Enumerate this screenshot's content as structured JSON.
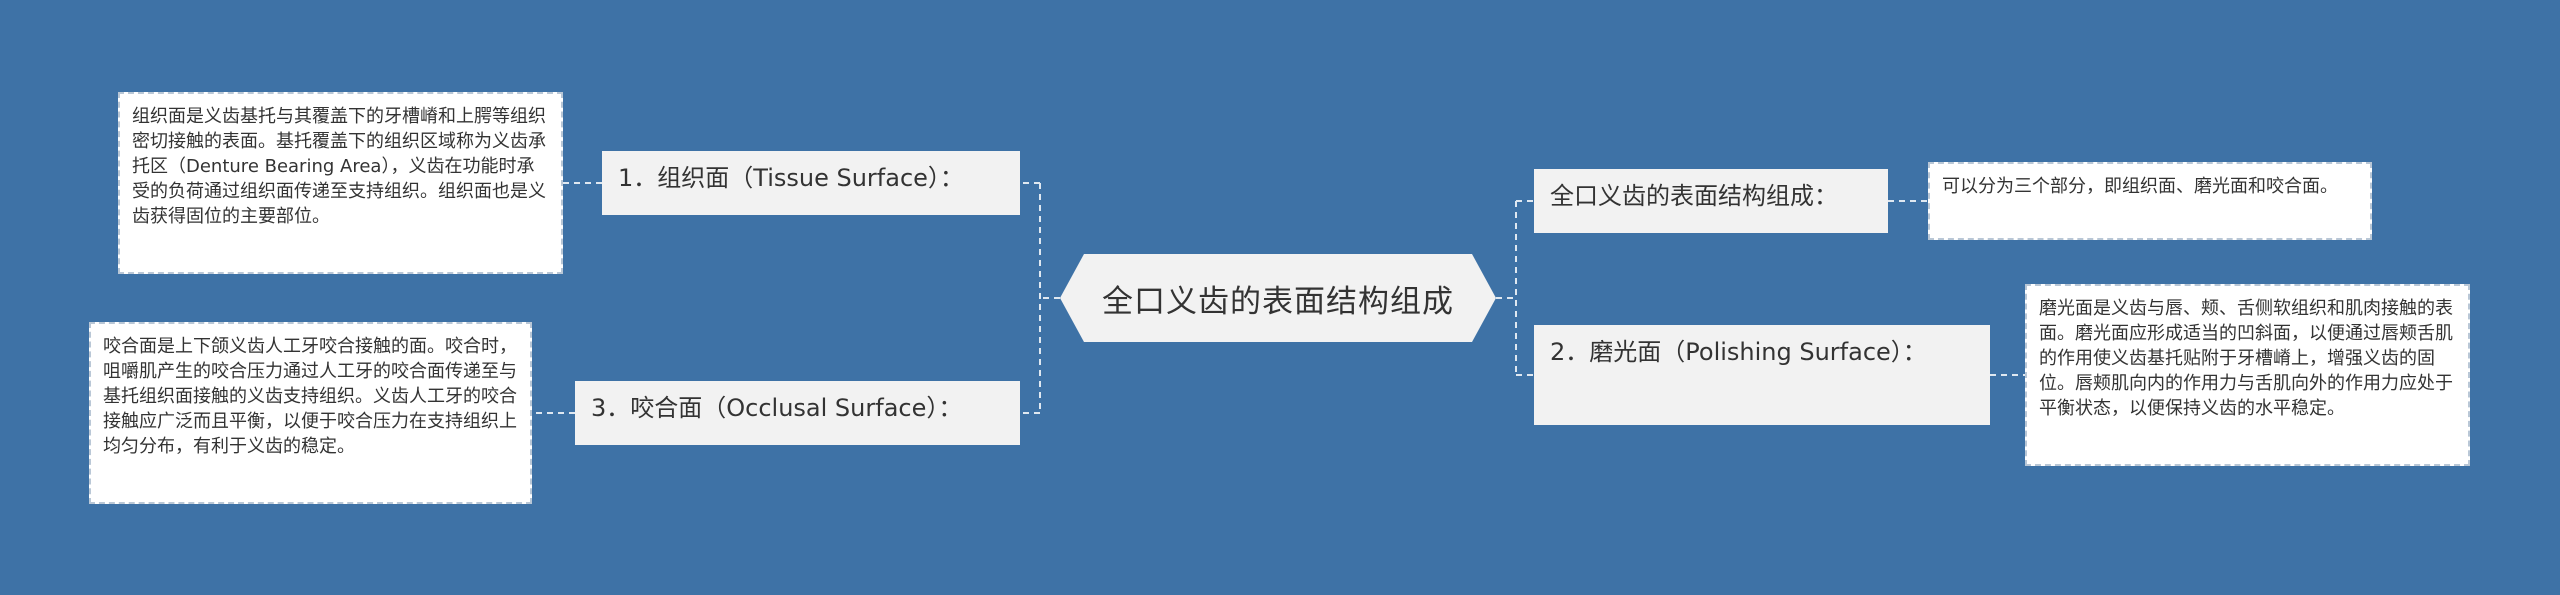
{
  "center": {
    "title": "全口义齿的表面结构组成"
  },
  "branches": {
    "tissue": {
      "label": "1．组织面（Tissue Surface）：",
      "detail": "组织面是义齿基托与其覆盖下的牙槽嵴和上腭等组织密切接触的表面。基托覆盖下的组织区域称为义齿承托区（Denture Bearing Area），义齿在功能时承受的负荷通过组织面传递至支持组织。组织面也是义齿获得固位的主要部位。"
    },
    "occlusal": {
      "label": "3．咬合面（Occlusal Surface）：",
      "detail": "咬合面是上下颌义齿人工牙咬合接触的面。咬合时，咀嚼肌产生的咬合压力通过人工牙的咬合面传递至与基托组织面接触的义齿支持组织。义齿人工牙的咬合接触应广泛而且平衡，以便于咬合压力在支持组织上均匀分布，有利于义齿的稳定。"
    },
    "overview": {
      "label": "全口义齿的表面结构组成：",
      "detail": "可以分为三个部分，即组织面、磨光面和咬合面。"
    },
    "polishing": {
      "label": "2．磨光面（Polishing Surface）：",
      "detail": "磨光面是义齿与唇、颊、舌侧软组织和肌肉接触的表面。磨光面应形成适当的凹斜面，以便通过唇颊舌肌的作用使义齿基托贴附于牙槽嵴上，增强义齿的固位。唇颊肌向内的作用力与舌肌向外的作用力应处于平衡状态，以便保持义齿的水平稳定。"
    }
  },
  "colors": {
    "background": "#3e72a6",
    "node_fill": "#f2f2f2",
    "leaf_fill": "#ffffff",
    "connector": "#dfe8f1"
  }
}
